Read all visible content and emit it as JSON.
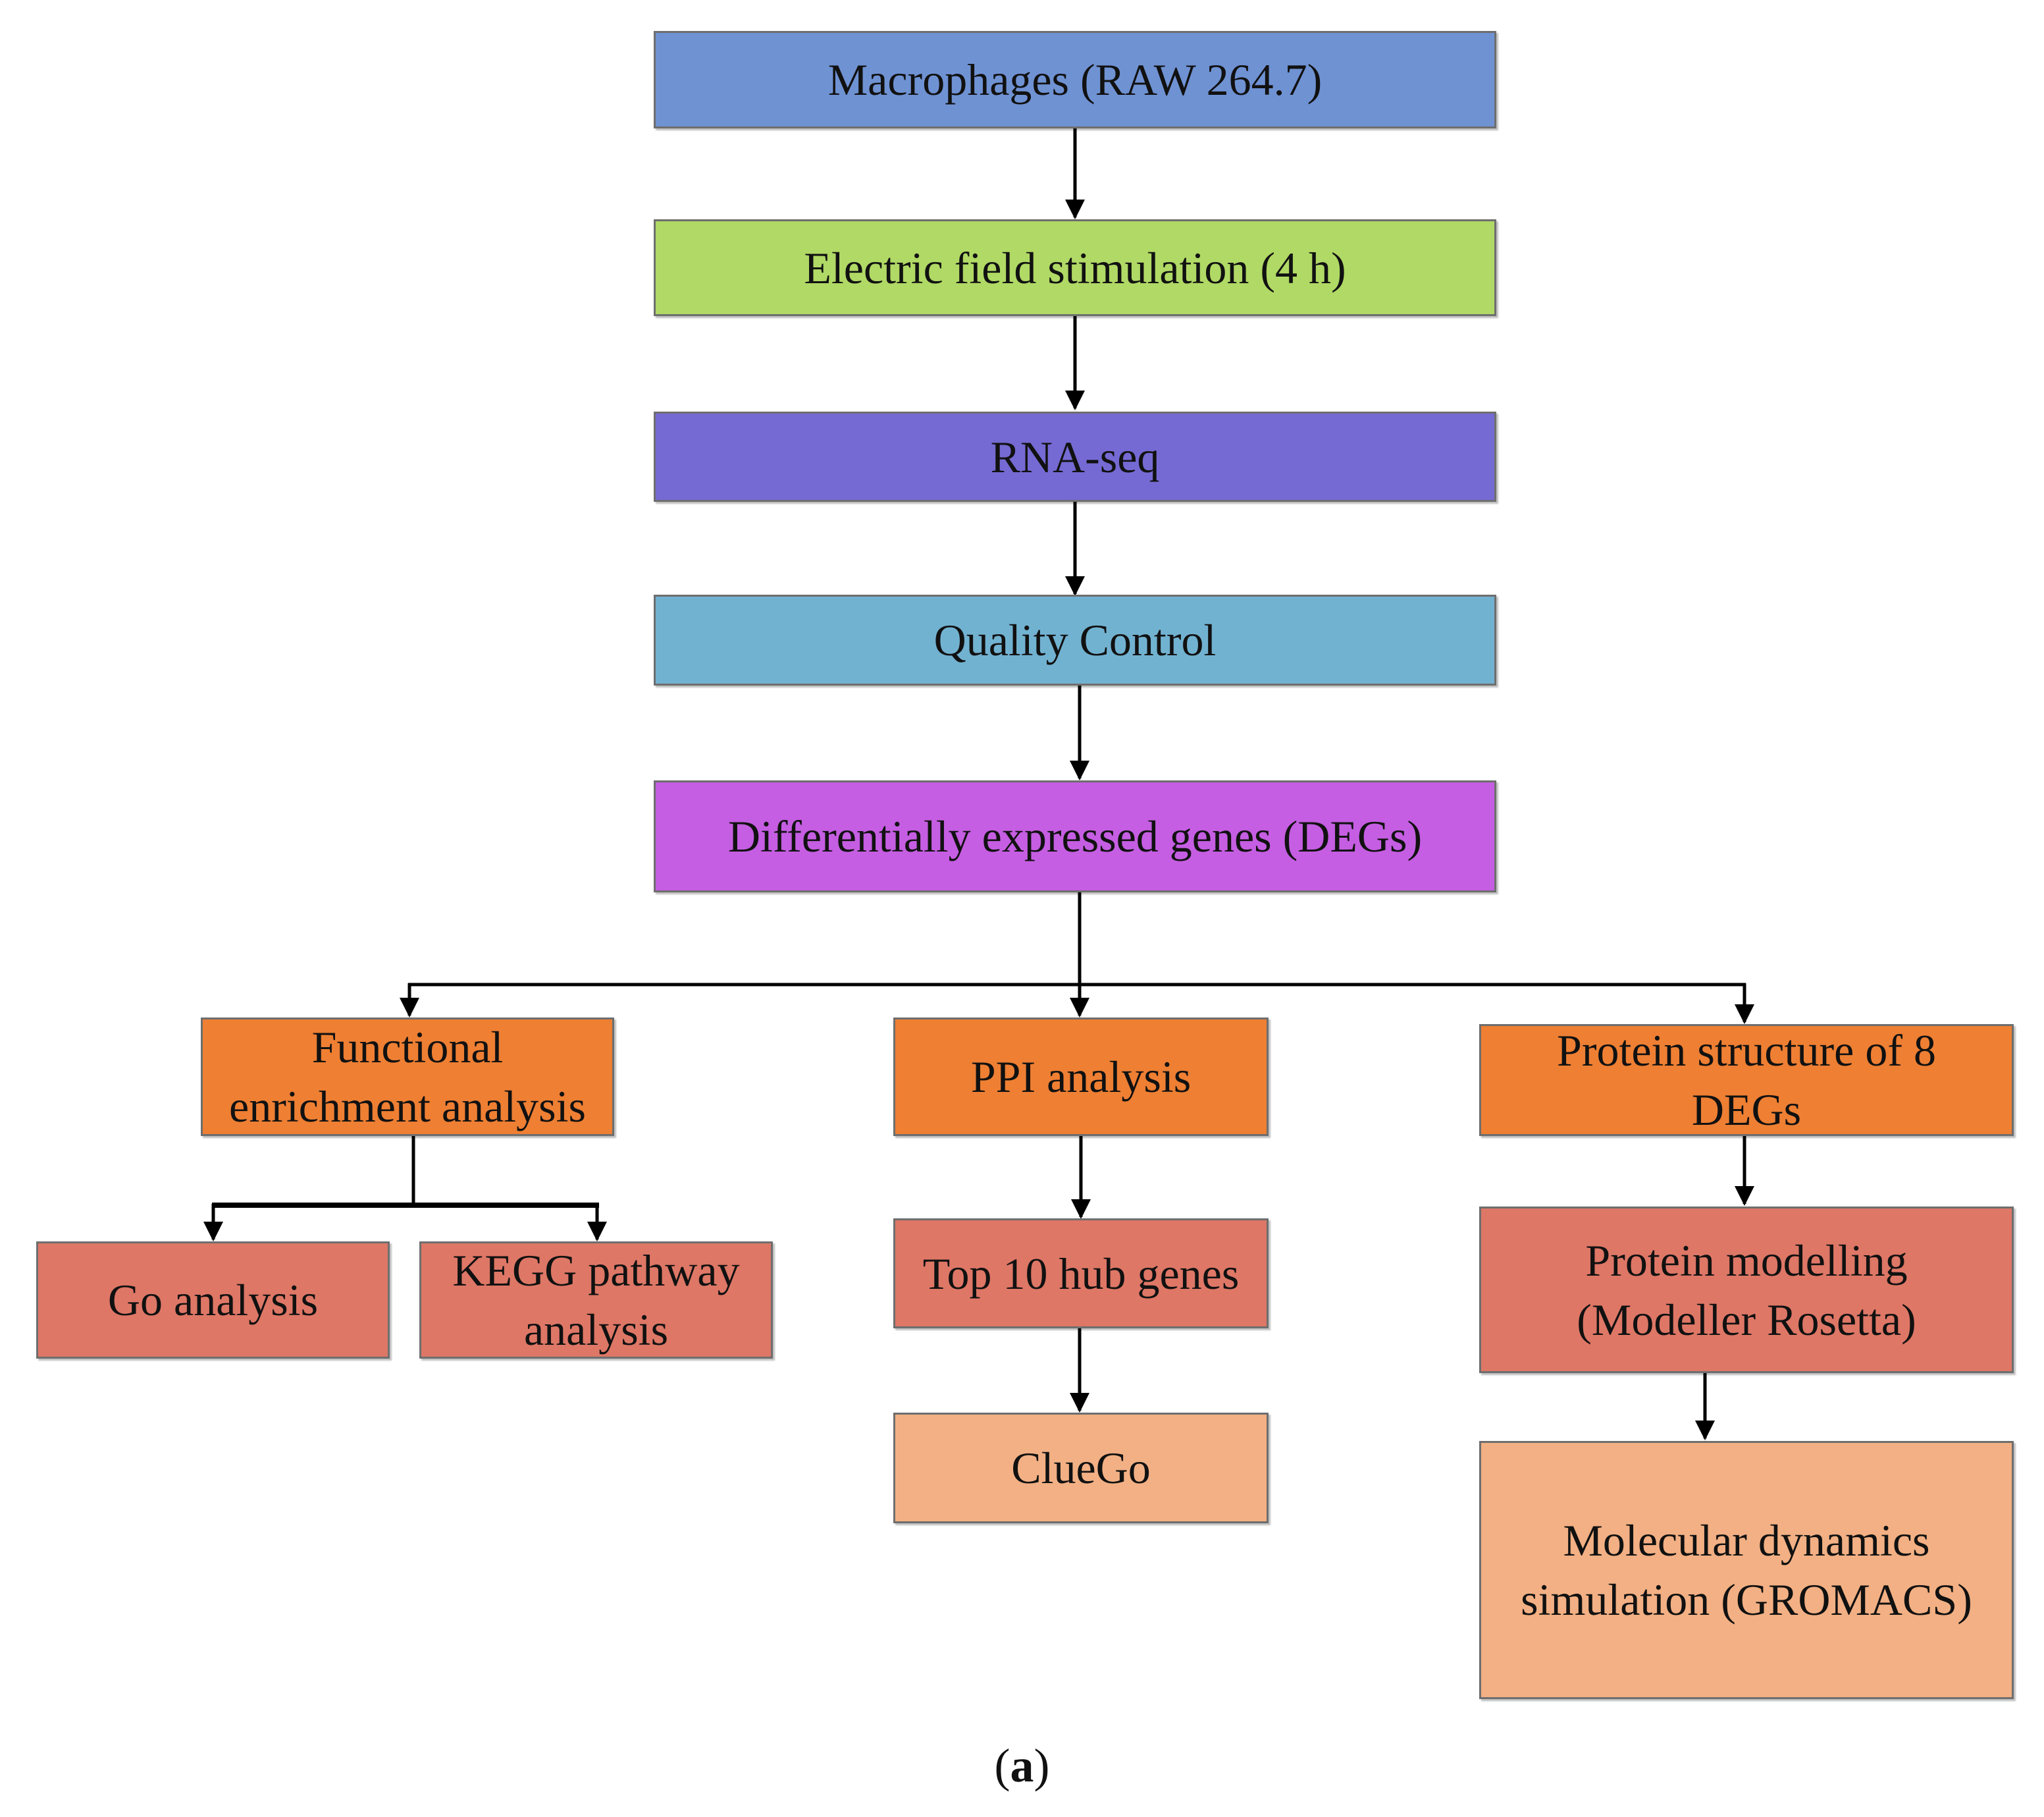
{
  "colors": {
    "macrophages": "#6f92d3",
    "stimulation": "#b0d965",
    "rnaseq": "#756ad3",
    "qc": "#72b2d1",
    "degs": "#c55ee2",
    "analysis": "#ee7f33",
    "sub": "#de7766",
    "light": "#f2b084",
    "connector": "#000000"
  },
  "nodes": {
    "macrophages": "Macrophages (RAW 264.7)",
    "stimulation": "Electric field stimulation (4 h)",
    "rnaseq": "RNA-seq",
    "qc": "Quality Control",
    "degs": "Differentially expressed genes (DEGs)",
    "functional_l1": "Functional",
    "functional_l2": "enrichment analysis",
    "ppi": "PPI analysis",
    "protein_structure_l1": "Protein structure of 8",
    "protein_structure_l2": "DEGs",
    "go": "Go analysis",
    "kegg_l1": "KEGG pathway",
    "kegg_l2": "analysis",
    "hub": "Top 10 hub genes",
    "cluego": "ClueGo",
    "modelling_l1": "Protein modelling",
    "modelling_l2": "(Modeller Rosetta)",
    "md_l1": "Molecular dynamics",
    "md_l2": "simulation (GROMACS)"
  },
  "caption": {
    "open": "(",
    "label": "a",
    "close": ")"
  }
}
